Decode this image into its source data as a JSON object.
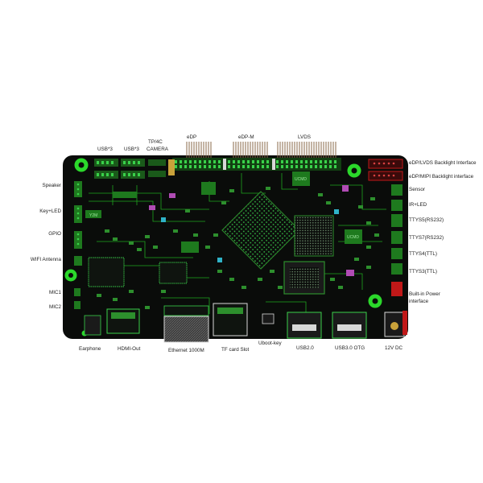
{
  "colors": {
    "board": "#0a0c0a",
    "trace": "#1ea51e",
    "trace_bright": "#39d14a",
    "pad": "#2d8f2d",
    "gold": "#c9a23a",
    "header_pin": "#8a6a4a",
    "hole": "#2bd82b",
    "port_white": "#d8d8d8",
    "power_red": "#c01818",
    "purple": "#b04cb4",
    "cyan": "#2fb3c8"
  },
  "top_labels": {
    "usb1": "USB*3",
    "usb2": "USB*3",
    "tp": "TP/4C",
    "camera": "CAMERA",
    "edp": "eDP",
    "edpm": "eDP-M",
    "lvds": "LVDS"
  },
  "left_labels": {
    "speaker": "Speaker",
    "key_led": "Key+LED",
    "gpio": "GPIO",
    "wifi": "WIFI Antenna",
    "mic1": "MIC1",
    "mic2": "MIC2"
  },
  "right_labels": {
    "edp_lvds_bl": "eDP/LVDS Backlight Interface",
    "edp_mipi_bl": "eDP/MIPI Backlight interface",
    "sensor": "Sensor",
    "ir_led": "IR+LED",
    "ttys5": "TTYS5(RS232)",
    "ttys7": "TTYS7(RS232)",
    "ttys4": "TTYS4(TTL)",
    "ttys3": "TTYS3(TTL)",
    "power_line1": "Built-in Power",
    "power_line2": "interface"
  },
  "bottom_labels": {
    "earphone": "Earphone",
    "hdmi": "HDMI-Out",
    "ethernet": "Ethernet 1000M",
    "tf": "TF card Slot",
    "uboot": "Uboot-key",
    "usb2": "USB2.0",
    "usb3": "USB3.0 OTG",
    "dc": "12V DC"
  },
  "board_marks": {
    "ic_a": "Y2M",
    "ic_b": "UCMD",
    "ic_c": "UCMD"
  }
}
